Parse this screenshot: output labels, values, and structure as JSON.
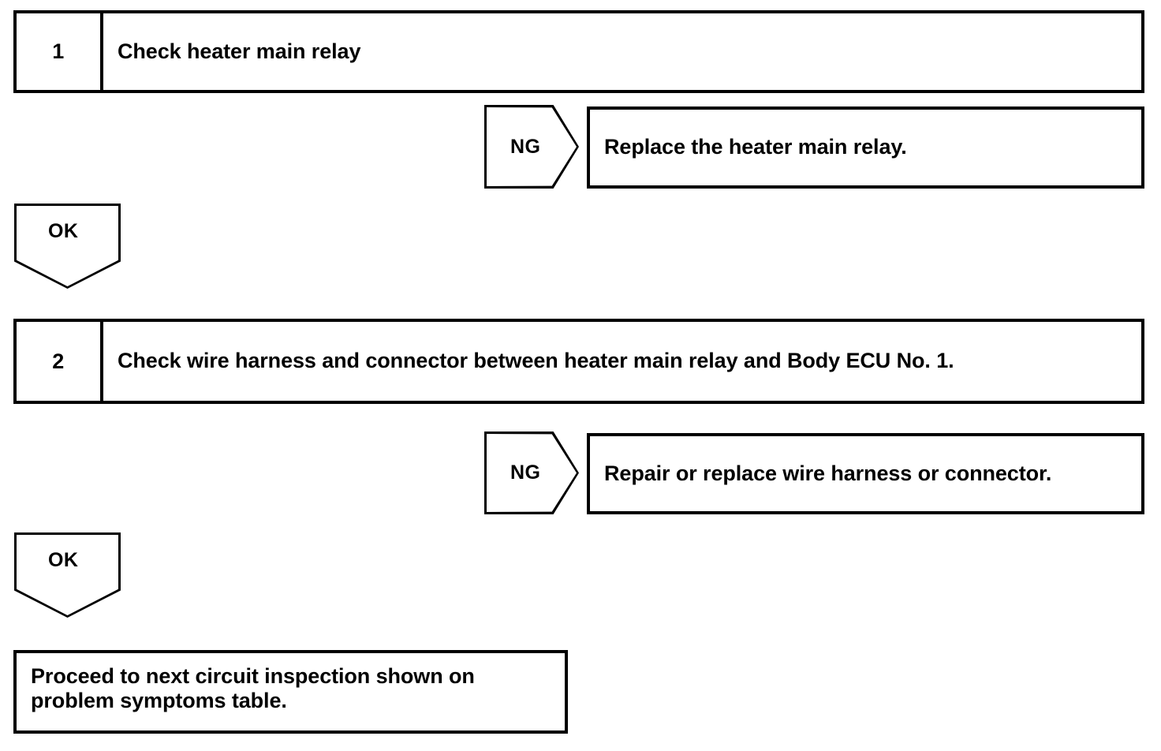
{
  "document": {
    "type": "troubleshooting-flowchart",
    "background_color": "#ffffff",
    "line_color": "#000000"
  },
  "steps": [
    {
      "number": "1",
      "text": "Check heater main relay",
      "branch": {
        "label": "NG",
        "result": "Replace the heater main relay."
      },
      "pass": {
        "label": "OK"
      }
    },
    {
      "number": "2",
      "text": "Check wire harness and connector between heater main relay and Body ECU No. 1.",
      "branch": {
        "label": "NG",
        "result": "Repair or replace wire harness or connector."
      },
      "pass": {
        "label": "OK"
      }
    }
  ],
  "final": {
    "text": "Proceed to next circuit inspection shown on problem symptoms table."
  },
  "chart_data": {
    "type": "table",
    "title": "",
    "nodes": [
      {
        "id": "step-1",
        "kind": "step",
        "number": "1",
        "label": "Check heater main relay"
      },
      {
        "id": "ng-1",
        "kind": "branch-arrow",
        "label": "NG"
      },
      {
        "id": "result-1",
        "kind": "result",
        "label": "Replace the heater main relay."
      },
      {
        "id": "ok-1",
        "kind": "pass-arrow",
        "label": "OK"
      },
      {
        "id": "step-2",
        "kind": "step",
        "number": "2",
        "label": "Check wire harness and connector between heater main relay and Body ECU No. 1."
      },
      {
        "id": "ng-2",
        "kind": "branch-arrow",
        "label": "NG"
      },
      {
        "id": "result-2",
        "kind": "result",
        "label": "Repair or replace wire harness or connector."
      },
      {
        "id": "ok-2",
        "kind": "pass-arrow",
        "label": "OK"
      },
      {
        "id": "final",
        "kind": "terminal",
        "label": "Proceed to next circuit inspection shown on problem symptoms table."
      }
    ],
    "edges": [
      {
        "from": "step-1",
        "to": "result-1",
        "label": "NG"
      },
      {
        "from": "step-1",
        "to": "step-2",
        "label": "OK"
      },
      {
        "from": "step-2",
        "to": "result-2",
        "label": "NG"
      },
      {
        "from": "step-2",
        "to": "final",
        "label": "OK"
      }
    ]
  }
}
